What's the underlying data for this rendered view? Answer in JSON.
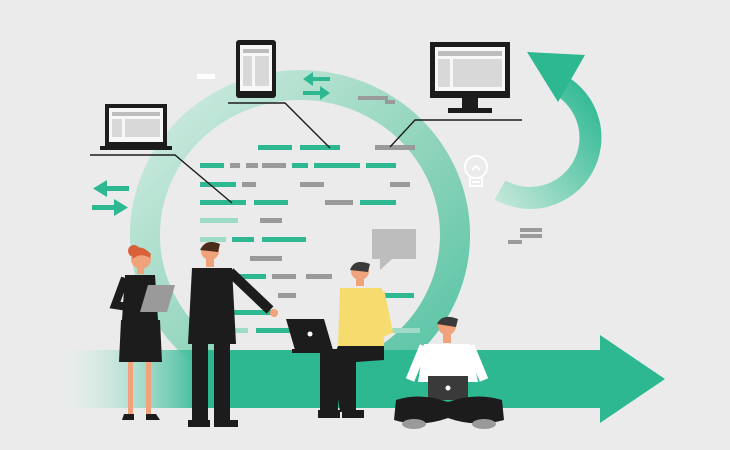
{
  "scene": {
    "description_name": "agile-team-illustration",
    "colors": {
      "background": "#ebebeb",
      "accent": "#2db892",
      "accent_light": "#9fdcc8",
      "dark": "#1c1c1c",
      "gray": "#9a9a9a",
      "shirt_yellow": "#f6dc6e",
      "skin": "#f0a27a",
      "hair_red": "#d9613a",
      "white": "#ffffff"
    },
    "icons": [
      "laptop-icon",
      "tablet-icon",
      "monitor-icon",
      "lightbulb-icon",
      "speech-bubble-icon",
      "swap-arrows-icon",
      "cycle-arrow-icon",
      "forward-arrow-icon"
    ],
    "people": [
      "woman-with-tablet",
      "man-pointing",
      "man-sitting-with-laptop",
      "man-cross-legged-with-laptop"
    ]
  }
}
